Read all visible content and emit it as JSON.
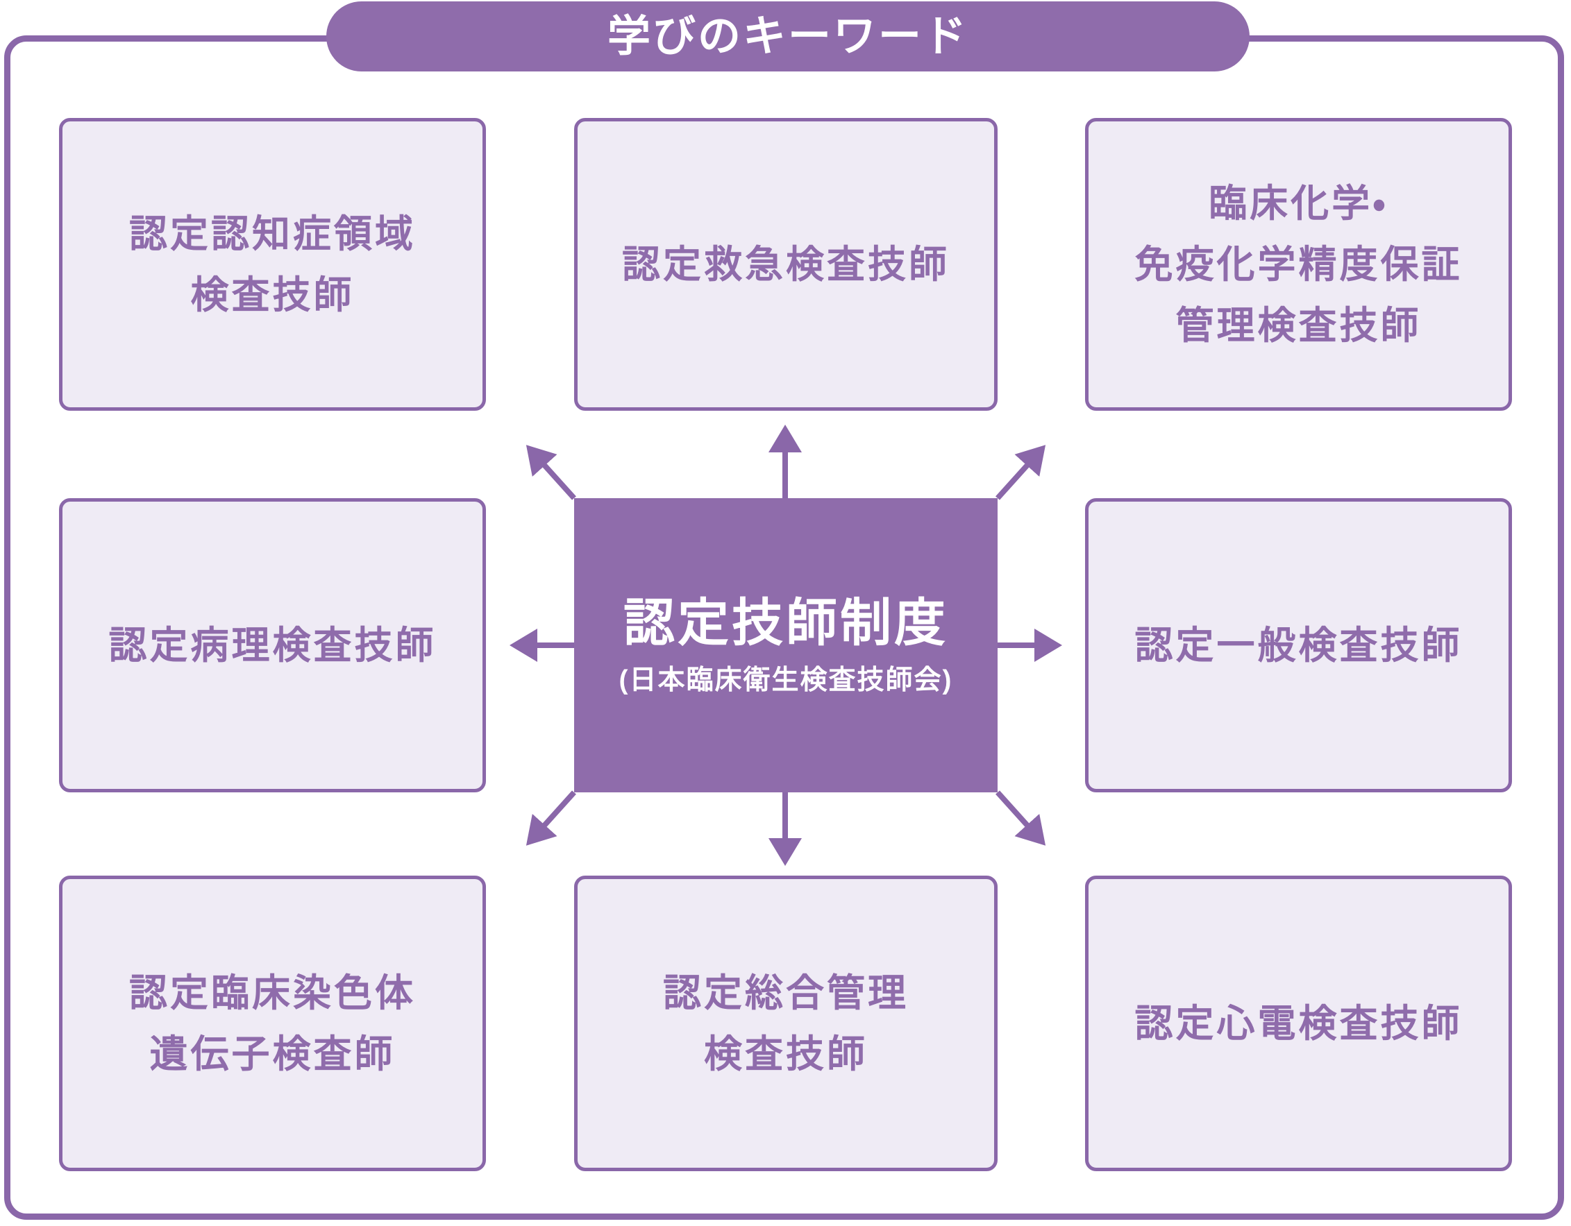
{
  "title": "学びのキーワード",
  "center": {
    "title": "認定技師制度",
    "subtitle": "(日本臨床衛生検査技師会)"
  },
  "boxes": [
    {
      "id": "top-left",
      "lines": [
        "認定認知症領域",
        "検査技師"
      ]
    },
    {
      "id": "top-center",
      "lines": [
        "認定救急検査技師"
      ]
    },
    {
      "id": "top-right",
      "lines": [
        "臨床化学・",
        "免疫化学精度保証",
        "管理検査技師"
      ]
    },
    {
      "id": "mid-left",
      "lines": [
        "認定病理検査技師"
      ]
    },
    {
      "id": "mid-right",
      "lines": [
        "認定一般検査技師"
      ]
    },
    {
      "id": "bottom-left",
      "lines": [
        "認定臨床染色体",
        "遺伝子検査師"
      ]
    },
    {
      "id": "bottom-center",
      "lines": [
        "認定総合管理",
        "検査技師"
      ]
    },
    {
      "id": "bottom-right",
      "lines": [
        "認定心電検査技師"
      ]
    }
  ],
  "arrows": [
    "up",
    "up-right",
    "right",
    "down-right",
    "down",
    "down-left",
    "left",
    "up-left"
  ],
  "colors": {
    "purple": "#8F6CAB",
    "border_purple": "#8A67A9",
    "light_fill": "#EFEBF5",
    "text_purple": "#8F6CAB",
    "white": "#FFFFFF"
  }
}
